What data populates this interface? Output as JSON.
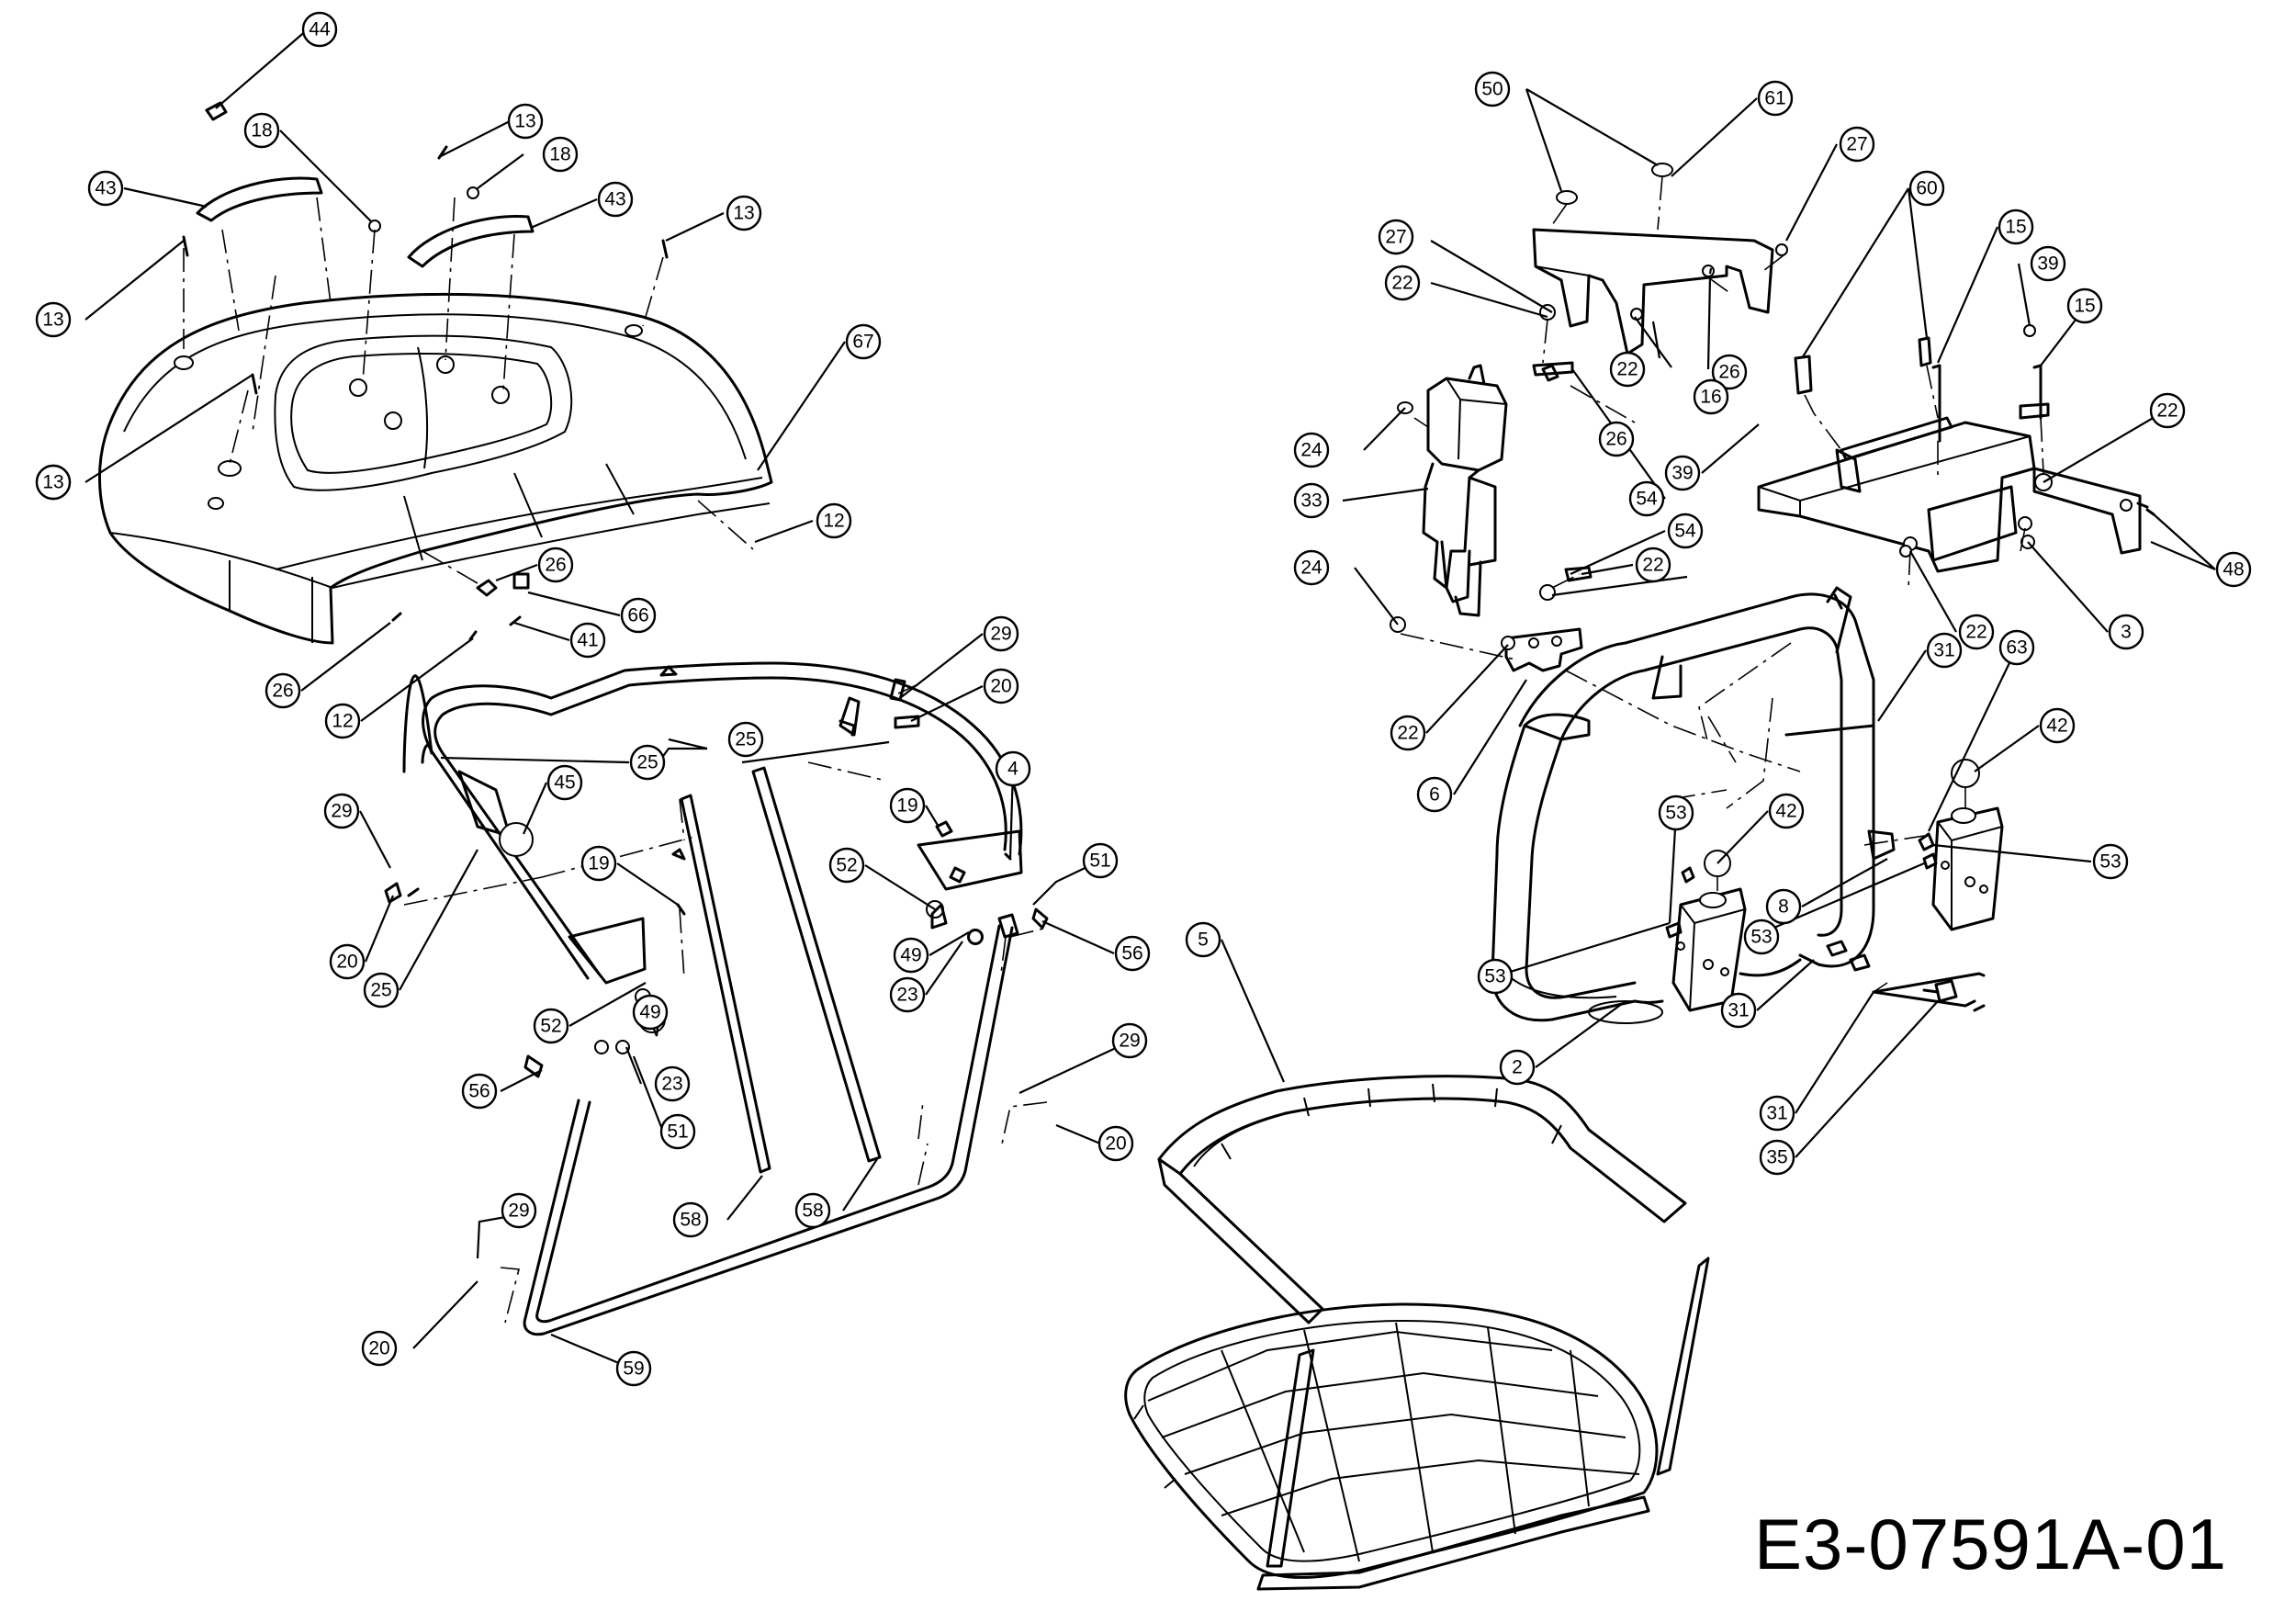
{
  "drawing_code": "E3-07591A-01",
  "callouts": [
    {
      "label": "44"
    },
    {
      "label": "18"
    },
    {
      "label": "13"
    },
    {
      "label": "18"
    },
    {
      "label": "43"
    },
    {
      "label": "43"
    },
    {
      "label": "13"
    },
    {
      "label": "13"
    },
    {
      "label": "13"
    },
    {
      "label": "67"
    },
    {
      "label": "13"
    },
    {
      "label": "12"
    },
    {
      "label": "26"
    },
    {
      "label": "66"
    },
    {
      "label": "41"
    },
    {
      "label": "26"
    },
    {
      "label": "12"
    },
    {
      "label": "29"
    },
    {
      "label": "20"
    },
    {
      "label": "25"
    },
    {
      "label": "4"
    },
    {
      "label": "45"
    },
    {
      "label": "25"
    },
    {
      "label": "29"
    },
    {
      "label": "19"
    },
    {
      "label": "20"
    },
    {
      "label": "25"
    },
    {
      "label": "19"
    },
    {
      "label": "52"
    },
    {
      "label": "51"
    },
    {
      "label": "49"
    },
    {
      "label": "56"
    },
    {
      "label": "23"
    },
    {
      "label": "52"
    },
    {
      "label": "49"
    },
    {
      "label": "56"
    },
    {
      "label": "23"
    },
    {
      "label": "51"
    },
    {
      "label": "29"
    },
    {
      "label": "20"
    },
    {
      "label": "58"
    },
    {
      "label": "58"
    },
    {
      "label": "29"
    },
    {
      "label": "20"
    },
    {
      "label": "59"
    },
    {
      "label": "5"
    },
    {
      "label": "50"
    },
    {
      "label": "61"
    },
    {
      "label": "27"
    },
    {
      "label": "27"
    },
    {
      "label": "60"
    },
    {
      "label": "15"
    },
    {
      "label": "39"
    },
    {
      "label": "15"
    },
    {
      "label": "22"
    },
    {
      "label": "26"
    },
    {
      "label": "22"
    },
    {
      "label": "16"
    },
    {
      "label": "26"
    },
    {
      "label": "24"
    },
    {
      "label": "39"
    },
    {
      "label": "33"
    },
    {
      "label": "54"
    },
    {
      "label": "22"
    },
    {
      "label": "54"
    },
    {
      "label": "24"
    },
    {
      "label": "22"
    },
    {
      "label": "48"
    },
    {
      "label": "22"
    },
    {
      "label": "3"
    },
    {
      "label": "22"
    },
    {
      "label": "6"
    },
    {
      "label": "31"
    },
    {
      "label": "63"
    },
    {
      "label": "42"
    },
    {
      "label": "53"
    },
    {
      "label": "42"
    },
    {
      "label": "53"
    },
    {
      "label": "8"
    },
    {
      "label": "53"
    },
    {
      "label": "53"
    },
    {
      "label": "31"
    },
    {
      "label": "2"
    },
    {
      "label": "31"
    },
    {
      "label": "35"
    }
  ]
}
